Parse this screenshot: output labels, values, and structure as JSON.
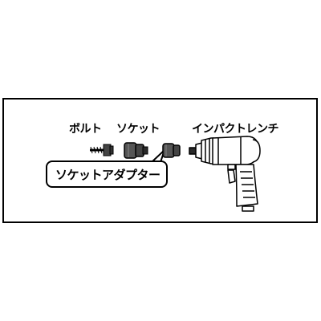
{
  "labels": {
    "bolt": "ボルト",
    "socket": "ソケット",
    "impact_wrench": "インパクトレンチ",
    "socket_adapter": "ソケットアダプター"
  },
  "colors": {
    "line": "#000000",
    "part_fill": "#555555",
    "part_dark": "#2a2a2a",
    "tool_fill": "#ffffff",
    "background": "#ffffff"
  },
  "icons": [
    "bolt-icon",
    "socket-icon",
    "socket-adapter-icon",
    "impact-wrench-icon"
  ]
}
